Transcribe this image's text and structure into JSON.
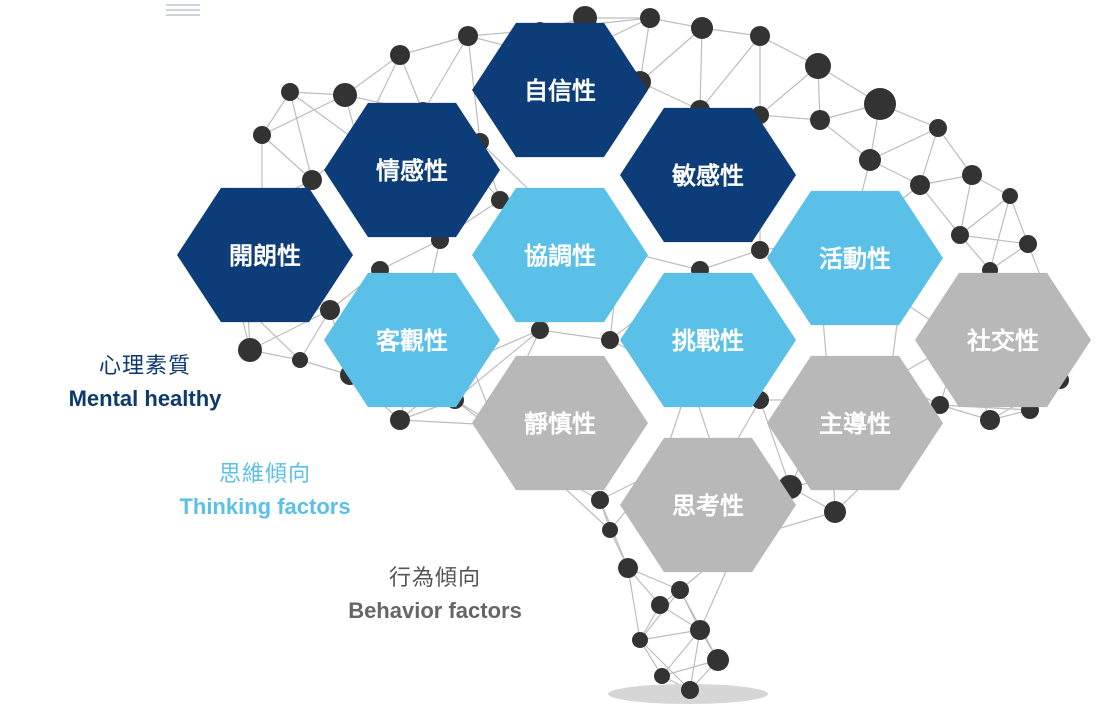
{
  "colors": {
    "mental": "#0d3d78",
    "thinking": "#5bc0e8",
    "behavior": "#b8b8b8",
    "network_node": "#333333",
    "network_line": "#bdbdbd"
  },
  "hexagons": [
    {
      "label": "自信性",
      "group": "mental"
    },
    {
      "label": "情感性",
      "group": "mental"
    },
    {
      "label": "敏感性",
      "group": "mental"
    },
    {
      "label": "開朗性",
      "group": "mental"
    },
    {
      "label": "協調性",
      "group": "thinking"
    },
    {
      "label": "活動性",
      "group": "thinking"
    },
    {
      "label": "客觀性",
      "group": "thinking"
    },
    {
      "label": "挑戰性",
      "group": "thinking"
    },
    {
      "label": "社交性",
      "group": "behavior"
    },
    {
      "label": "靜慎性",
      "group": "behavior"
    },
    {
      "label": "主導性",
      "group": "behavior"
    },
    {
      "label": "思考性",
      "group": "behavior"
    }
  ],
  "legend": {
    "mental": {
      "zh": "心理素質",
      "en": "Mental healthy"
    },
    "thinking": {
      "zh": "思維傾向",
      "en": "Thinking factors"
    },
    "behavior": {
      "zh": "行為傾向",
      "en": "Behavior factors"
    }
  }
}
